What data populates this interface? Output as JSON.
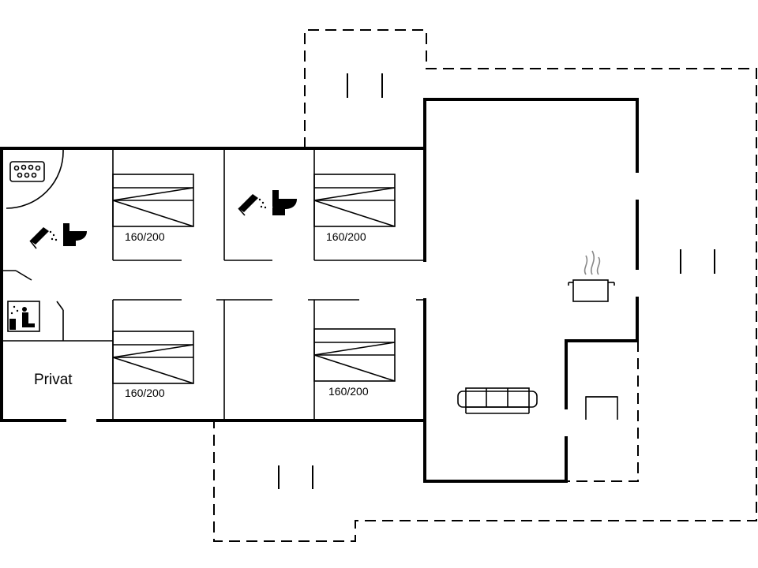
{
  "rooms": {
    "bedroom_top_left": {
      "bed_size": "160/200"
    },
    "bedroom_top_right": {
      "bed_size": "160/200"
    },
    "bedroom_bottom_left": {
      "bed_size": "160/200"
    },
    "bedroom_bottom_right": {
      "bed_size": "160/200"
    },
    "private_room": {
      "label": "Privat"
    }
  },
  "icons": [
    "spa-bath-icon",
    "shower-icon",
    "toilet-icon",
    "sauna-icon",
    "cooking-pot-icon",
    "sofa-icon",
    "fireplace-icon"
  ]
}
